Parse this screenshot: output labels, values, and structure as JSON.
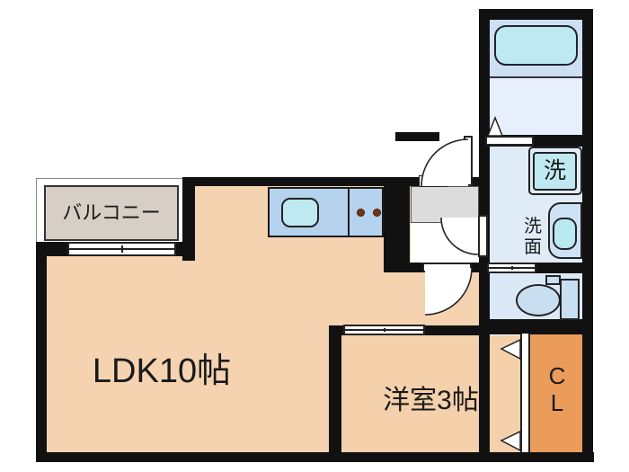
{
  "floor_plan": {
    "rooms": {
      "balcony": {
        "label": "バルコニー"
      },
      "ldk": {
        "label": "LDK10帖"
      },
      "western_room": {
        "label": "洋室3帖"
      },
      "closet": {
        "label": "CL",
        "label_chars": [
          "C",
          "L"
        ]
      },
      "laundry": {
        "label": "洗"
      },
      "washroom": {
        "label": "洗面",
        "label_chars": [
          "洗",
          "面"
        ]
      }
    },
    "colors": {
      "wall": "#111111",
      "outline": "#222222",
      "ldk_floor": "#f5d3b1",
      "western_room_floor": "#f4d0ab",
      "closet_floor": "#eb9c5a",
      "balcony_floor": "#d7cec5",
      "genkan_floor": "#dcdcdc",
      "hall_floor": "#ffffff",
      "bath_deck": "#cddff2",
      "bathroom_floor": "#e6effb",
      "washroom_floor": "#dfecf8",
      "toilet_floor": "#dbe9f7",
      "fixture_cyan": "#bfe9f0",
      "vanity_body": "#cfe2f5",
      "sink_bowl": "#b9eaf2",
      "kitchen_counter": "#b5d3ef",
      "toilet_fixture": "#c8dff2",
      "burner": "#7a3410"
    }
  }
}
